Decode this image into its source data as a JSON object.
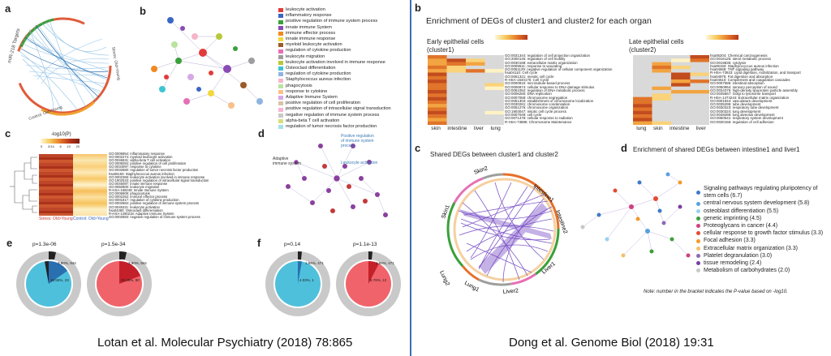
{
  "left": {
    "citation": "Lotan et al. Molecular Psychiatry (2018) 78:865",
    "panels": {
      "a": "a",
      "b": "b",
      "c": "c",
      "d": "d",
      "e": "e",
      "f": "f"
    },
    "a_labels": {
      "top": "miR-218 Targets",
      "right": "Stress: Old>Young",
      "bottom": "Control: Old>Young"
    },
    "b_legend": [
      {
        "label": "leukocyte activation",
        "color": "#e23b3b"
      },
      {
        "label": "inflammatory response",
        "color": "#3a66c4"
      },
      {
        "label": "positive regulation of immune system process",
        "color": "#3aa03a"
      },
      {
        "label": "innate immune System",
        "color": "#8b4bb5"
      },
      {
        "label": "immune effector process",
        "color": "#f08a1e"
      },
      {
        "label": "innate immune response",
        "color": "#f2d83a"
      },
      {
        "label": "myeloid leukocyte activation",
        "color": "#9b5a2a"
      },
      {
        "label": "regulation of cytokine production",
        "color": "#e66fb4"
      },
      {
        "label": "leukocyte migration",
        "color": "#9e9e9e"
      },
      {
        "label": "leukocyte activation involved in immune response",
        "color": "#b7c83a"
      },
      {
        "label": "Osteoclast differentiation",
        "color": "#3fc4d4"
      },
      {
        "label": "regulation of cytokine production",
        "color": "#8fb4e0"
      },
      {
        "label": "Staphylococcus aureus infection",
        "color": "#f6b6c9"
      },
      {
        "label": "phagocytosis",
        "color": "#b9e3a0"
      },
      {
        "label": "response to cytokine",
        "color": "#f9c08a"
      },
      {
        "label": "Adaptive Immune System",
        "color": "#d6a8e6"
      },
      {
        "label": "positive regulation of cell proliferation",
        "color": "#d9c4a4"
      },
      {
        "label": "positive regulation of intracellular signal transduction",
        "color": "#f7b4d4"
      },
      {
        "label": "negative regulation of immune system process",
        "color": "#c9c9c9"
      },
      {
        "label": "alpha-beta T cell activation",
        "color": "#d7e07a"
      },
      {
        "label": "regulation of tumor necrosis factor production",
        "color": "#a6e0e8"
      }
    ],
    "c_scale": {
      "title": "-log10(P)",
      "ticks": [
        "0",
        "2/14",
        "6",
        "10",
        "20"
      ]
    },
    "c_terms": [
      "GO:0006954: Inflammatory response",
      "GO:0002274: myeloid leukocyte activation",
      "GO:0046631: alpha-beta T cell activation",
      "GO:0008284: positive regulation of cell proliferation",
      "GO:0034097: response to cytokine",
      "GO:0032680: regulation of tumor necrosis factor production",
      "hsa05150: Staphylococcus aureus infection",
      "GO:0002366: leukocyte activation involved in immune response",
      "GO:1902533: positive regulation of intracellular signal transduction",
      "GO:0045087: innate immune response",
      "GO:0050900: leukocyte migration",
      "R-HSA-168249: Innate Immune System",
      "GO:0006909: phagocytosis",
      "GO:0002252: immune effector process",
      "GO:0001817: regulation of cytokine production",
      "GO:0002684: positive regulation of immune system process",
      "GO:0045321: leukocyte activation",
      "hsa04380: Osteoclast differentiation",
      "R-HSA-1280218: Adaptive Immune System",
      "GO:0002683: negative regulation of immune system process"
    ],
    "c_columns": {
      "stress": "Stress: Old>Young",
      "control": "Control: Old>Young"
    },
    "d_labels": [
      "Positive regulation of immune system process",
      "Adaptive immune system",
      "Leukocyte activation"
    ],
    "e": {
      "p1": "p=1.3e-06",
      "p2": "p=1.5e-34",
      "s1a": "3.90%, 944",
      "s1b": "18.55%, 23",
      "s2a": "3.90%, 944",
      "s2b": "28.29%, 80"
    },
    "f": {
      "p1": "p=0.14",
      "p2": "p=1.1e-13",
      "s1a": "1.94%, 471",
      "s1b": "4.03%, 1",
      "s2a": "1.94%, 471",
      "s2b": "8.78%, 12"
    }
  },
  "right": {
    "citation": "Dong et al. Genome Biol (2018) 19:31",
    "panels": {
      "b": "b",
      "c": "c",
      "d": "d"
    },
    "b_title": "Enrichment of DEGs of cluster1 and cluster2 for each organ",
    "early_title": "Early epithelial cells (cluster1)",
    "late_title": "Late epithelial cells (cluster2)",
    "early_cols": [
      "skin",
      "intestine",
      "liver",
      "lung"
    ],
    "late_cols": [
      "lung",
      "skin",
      "intestine",
      "liver"
    ],
    "early_terms": [
      "GO:0031344: regulation of cell projection organization",
      "GO:2000145: regulation of cell motility",
      "GO:0030198: extracellular matrix organization",
      "GO:0009611: response to wounding",
      "GO:0051129: negative regulation of cellular component organization",
      "hsa04110: Cell cycle",
      "GO:0051321: meiotic cell cycle",
      "R-HSA-1640170: Cell Cycle",
      "GO:0000910: microtubule-based process",
      "GO:0006974: cellular response to DNA damage stimulus",
      "GO:0051052: regulation of DNA metabolic process",
      "GO:0006260: DNA replication",
      "GO:0007059: chromosome segregation",
      "GO:0051303: establishment of chromosome localization",
      "GO:0030261: chromosome condensation",
      "GO:0051276: chromosome organization",
      "GO:1903047: mitotic cell cycle process",
      "GO:0007049: cell cycle",
      "GO:0071478: cellular response to radiation",
      "R-HSA-73886: Chromosome Maintenance"
    ],
    "late_terms": [
      "hsa05204: Chemical carcinogenesis",
      "GO:0016125: sterol metabolic process",
      "GO:0019835: cytolysis",
      "hsa05150: Staphylococcus aureus infection",
      "hsa04668: TNF signaling pathway",
      "R-HSA-73923: Lipid digestion, mobilization, and transport",
      "hsa04975: Fat digestion and absorption",
      "hsa04610: Complement and coagulation cascades",
      "GO:0007586: intestinal absorption",
      "GO:0050954: sensory perception of sound",
      "GO:0034375: high-density lipoprotein particle assembly",
      "GO:0035567: Golgi to lysosome transport",
      "R-HSA-1474244: Extracellular matrix organization",
      "GO:0001944: vasculature development",
      "GO:0035295: tube development",
      "GO:0030323: respiratory tube development",
      "GO:0030324: lung development",
      "GO:0048286: lung alveolus development",
      "GO:0060541: respiratory system development",
      "GO:0030155: regulation of cell adhesion"
    ],
    "c_title": "Shared DEGs between cluster1 and cluster2",
    "c_segments": [
      "Intestine1",
      "Intestine2",
      "Liver1",
      "Liver2",
      "Lung1",
      "Lung2",
      "Skin1",
      "Skin2"
    ],
    "d_title": "Enrichment of shared DEGs between intestine1 and liver1",
    "d_legend": [
      {
        "label": "Signaling pathways regulating pluripotency of stem cells (6.7)",
        "color": "#3f7ac8"
      },
      {
        "label": "central nervous system development (5.8)",
        "color": "#5aa0e0"
      },
      {
        "label": "osteoblast differentiation (5.5)",
        "color": "#9bd0f0"
      },
      {
        "label": "genetic imprinting (4.5)",
        "color": "#3aa03a"
      },
      {
        "label": "Proteoglycans in cancer (4.4)",
        "color": "#d23f7d"
      },
      {
        "label": "cellular response to growth factor stimulus (3.3)",
        "color": "#e34a33"
      },
      {
        "label": "Focal adhesion (3.3)",
        "color": "#f39a2a"
      },
      {
        "label": "Extracellular matrix organization (3.3)",
        "color": "#f4c06a"
      },
      {
        "label": "Platelet degranulation (3.0)",
        "color": "#8c6bb1"
      },
      {
        "label": "tissue remodeling (2.4)",
        "color": "#7b3fa0"
      },
      {
        "label": "Metabolism of carbohydrates (2.0)",
        "color": "#c8c8c8"
      }
    ],
    "d_note": "Note: number in the bracket indicates the P-value based on -log10."
  }
}
